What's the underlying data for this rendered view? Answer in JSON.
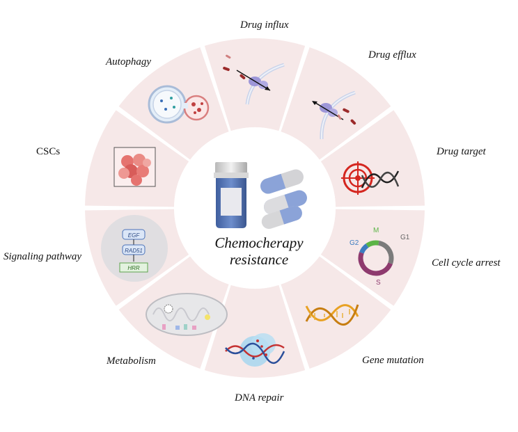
{
  "center": {
    "line1": "Chemocherapy",
    "line2": "resistance"
  },
  "labels": {
    "drug_influx": "Drug influx",
    "drug_efflux": "Drug efflux",
    "drug_target": "Drug target",
    "cell_cycle_arrest": "Cell cycle arrest",
    "gene_mutation": "Gene mutation",
    "dna_repair": "DNA repair",
    "metabolism": "Metabolism",
    "signaling_pathway": "Signaling pathway",
    "cscs": "CSCs",
    "autophagy": "Autophagy"
  },
  "cell_cycle": {
    "phases": [
      "G1",
      "S",
      "G2",
      "M"
    ]
  },
  "signaling": {
    "nodes": [
      "EGF",
      "RAD51",
      "HRR"
    ]
  },
  "colors": {
    "ring_fill": "#f6e8e8",
    "capsule_blue": "#8da4d6",
    "capsule_grey": "#d4d4d6",
    "bottle_blue": "#4d6fb0",
    "phase_g1": "#7b7b7b",
    "phase_s": "#8e3a6e",
    "phase_g2": "#3c7cc0",
    "phase_m": "#5bb446"
  }
}
